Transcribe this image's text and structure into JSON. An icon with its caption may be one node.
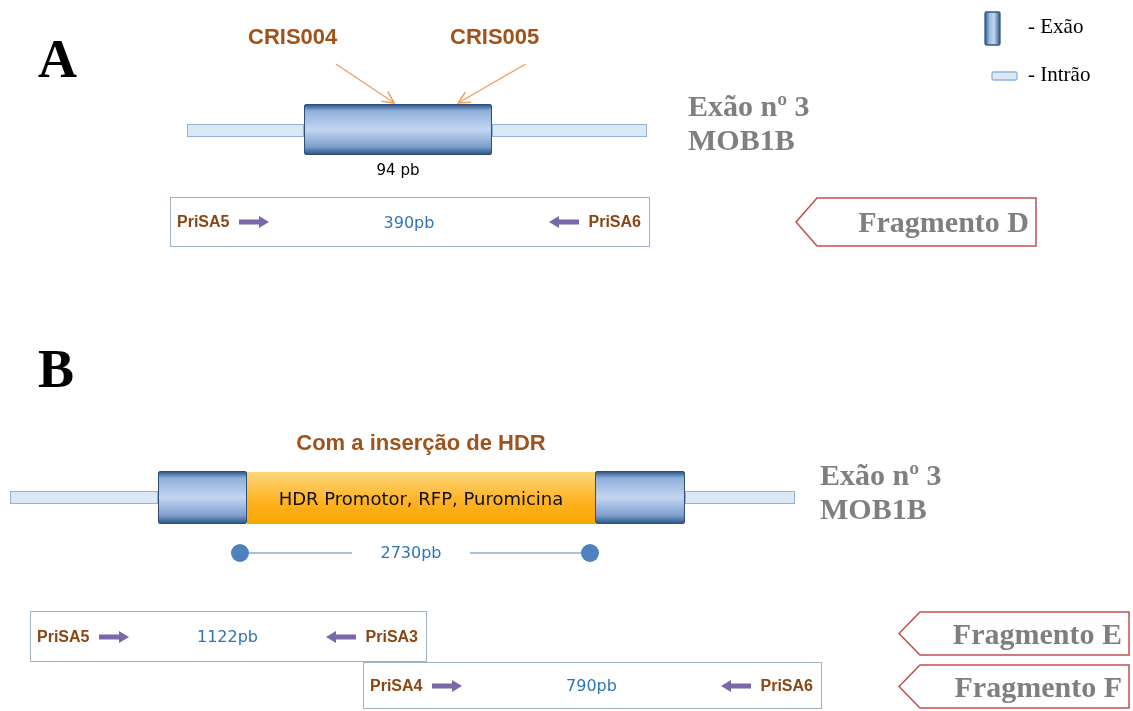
{
  "diagram": {
    "nodes": [
      {
        "text": [
          "CRIS004"
        ]
      },
      {
        "text": [
          "CRIS005"
        ]
      },
      {
        "text": [],
        "shape": "bar"
      },
      {
        "text": [],
        "shape": "box",
        "beside": [
          "94 pb"
        ]
      },
      {
        "text": [],
        "shape": "bar"
      },
      {
        "text": [
          "PriSA5",
          "390pb",
          "PriSA6"
        ]
      },
      {
        "text": [
          "Fragmento D"
        ]
      },
      {
        "text": [],
        "shape": "bar"
      },
      {
        "text": [],
        "shape": "box"
      },
      {
        "text": [
          "Com a inserção de HDR",
          "HDR Promotor, RFP, Puromicina"
        ]
      },
      {
        "text": [],
        "shape": "box"
      },
      {
        "text": [],
        "shape": "bar"
      },
      {
        "text": [
          "PriSA5",
          "1122pb",
          "PriSA3"
        ]
      },
      {
        "text": [
          "Fragmento E"
        ]
      },
      {
        "text": [
          "PriSA4",
          "790pb",
          "PriSA6"
        ]
      },
      {
        "text": [
          "Fragmento F"
        ]
      }
    ],
    "edges": [
      {
        "from": 0,
        "to": 3,
        "arrow": "to"
      },
      {
        "from": 1,
        "to": 3,
        "arrow": "to"
      }
    ],
    "labels": [
      "A",
      "Exão nº 3 MOB1B",
      "B",
      "Exão nº 3 MOB1B",
      "2730pb"
    ],
    "legend": [
      {
        "text": "- Exão"
      },
      {
        "text": "- Intrão"
      }
    ]
  }
}
